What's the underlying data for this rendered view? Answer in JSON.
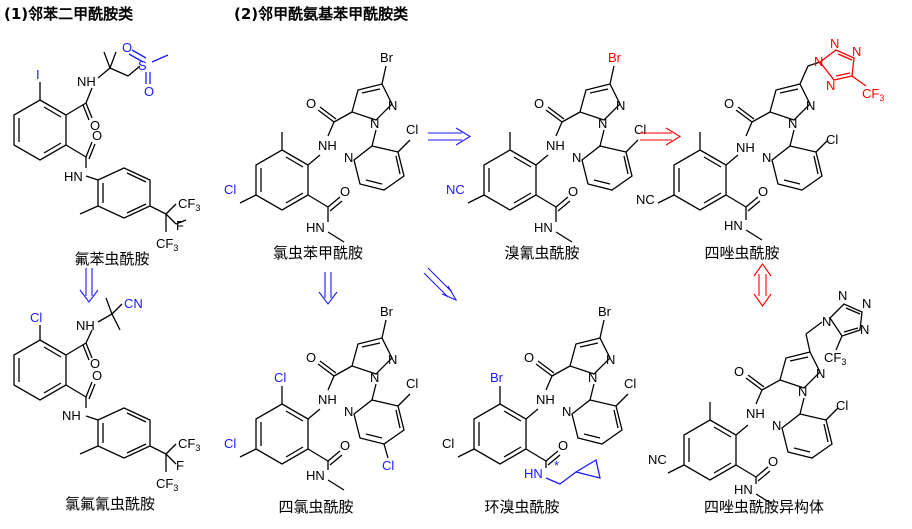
{
  "section_titles": {
    "phthalamides": "(1)邻苯二甲酰胺类",
    "anthranilamides": "(2)邻甲酰氨基苯甲酰胺类"
  },
  "compounds": {
    "flubendiamide": "氟苯虫酰胺",
    "cyclaniliprole_family_left": "氯氟氰虫酰胺",
    "chlorantraniliprole": "氯虫苯甲酰胺",
    "cyantraniliprole": "溴氰虫酰胺",
    "tetraniliprole": "四唑虫酰胺",
    "tetrachlorantraniliprole": "四氯虫酰胺",
    "cyclaniliprole": "环溴虫酰胺",
    "tetraniliprole_isomer": "四唑虫酰胺异构体"
  },
  "atom_labels": {
    "I": "I",
    "Cl": "Cl",
    "Br": "Br",
    "N": "N",
    "NH": "NH",
    "HN": "HN",
    "O": "O",
    "S": "S",
    "CN": "CN",
    "NC": "NC",
    "CF3": "CF",
    "sub3": "3",
    "star": "*"
  },
  "colors": {
    "black": "#000000",
    "blue": "#1a1aff",
    "red": "#ff0000"
  }
}
